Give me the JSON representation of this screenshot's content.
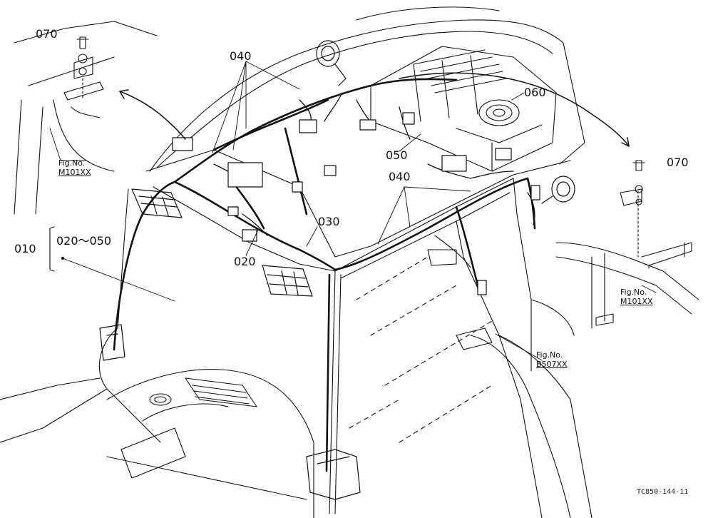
{
  "part_labels": {
    "p070_left": "070",
    "p070_right": "070",
    "p040_top": "040",
    "p040_mid": "040",
    "p060": "060",
    "p050": "050",
    "p030": "030",
    "p020": "020",
    "p010": "010",
    "p020_050_range": "020～050"
  },
  "fig_refs": {
    "top_left": {
      "prefix": "Fig.No.",
      "code": "M101XX"
    },
    "right": {
      "prefix": "Fig.No.",
      "code": "M101XX"
    },
    "bottom_right": {
      "prefix": "Fig.No.",
      "code": "B507XX"
    }
  },
  "figure_id": "TC850-144-11"
}
